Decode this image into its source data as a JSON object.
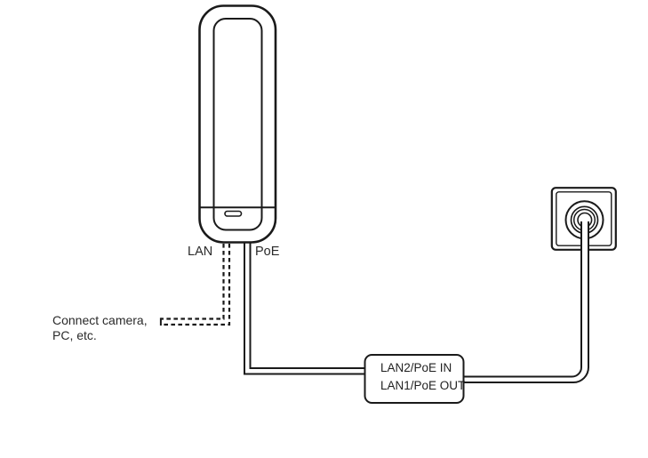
{
  "diagram_type": "hardware-wiring-diagram",
  "colors": {
    "background": "#ffffff",
    "line": "#1a1a1a",
    "text": "#2a2a2a"
  },
  "device": {
    "name": "access-point-unit",
    "ports": {
      "lan_label": "LAN",
      "poe_label": "PoE"
    }
  },
  "note": {
    "line1": "Connect camera,",
    "line2": "PC, etc."
  },
  "injector": {
    "port_in_label": "LAN2/PoE IN",
    "port_out_label": "LAN1/PoE OUT"
  },
  "shapes": {
    "access_point": "rounded vertical unit with front panel, base divider and cable notch",
    "lan_cable": "dashed double line from LAN port to note text",
    "poe_cable": "solid double line from PoE port to injector box",
    "power_cable": "solid double line from injector box to wall outlet plug",
    "power_outlet": "square wall plate with concentric socket circles and inserted plug"
  }
}
